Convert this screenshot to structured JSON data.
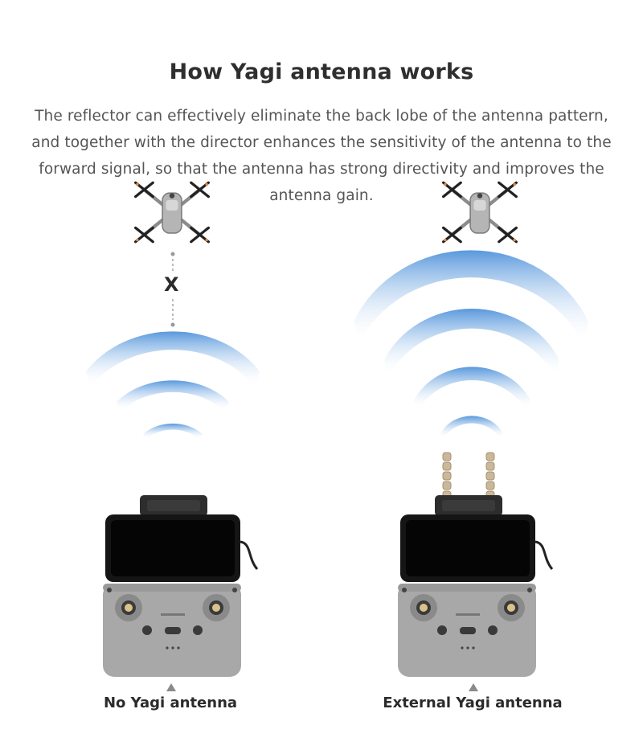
{
  "title": "How Yagi antenna works",
  "description_lines": [
    "The reflector can effectively eliminate the back lobe of the antenna pattern,",
    "and together with the director enhances the sensitivity of the antenna to the",
    "forward signal, so that the antenna has strong directivity and improves the",
    "antenna gain."
  ],
  "left": {
    "caption": "No Yagi antenna",
    "blocked_mark": "X",
    "icons": [
      "drone-icon",
      "signal-waves-icon",
      "remote-controller-icon"
    ]
  },
  "right": {
    "caption": "External Yagi antenna",
    "icons": [
      "drone-icon",
      "signal-waves-icon",
      "yagi-antenna-icon",
      "remote-controller-icon"
    ]
  },
  "colors": {
    "title": "#2f2f2f",
    "text": "#555555",
    "wave_blue": "#4a90d9",
    "controller": "#a9a9a9"
  }
}
